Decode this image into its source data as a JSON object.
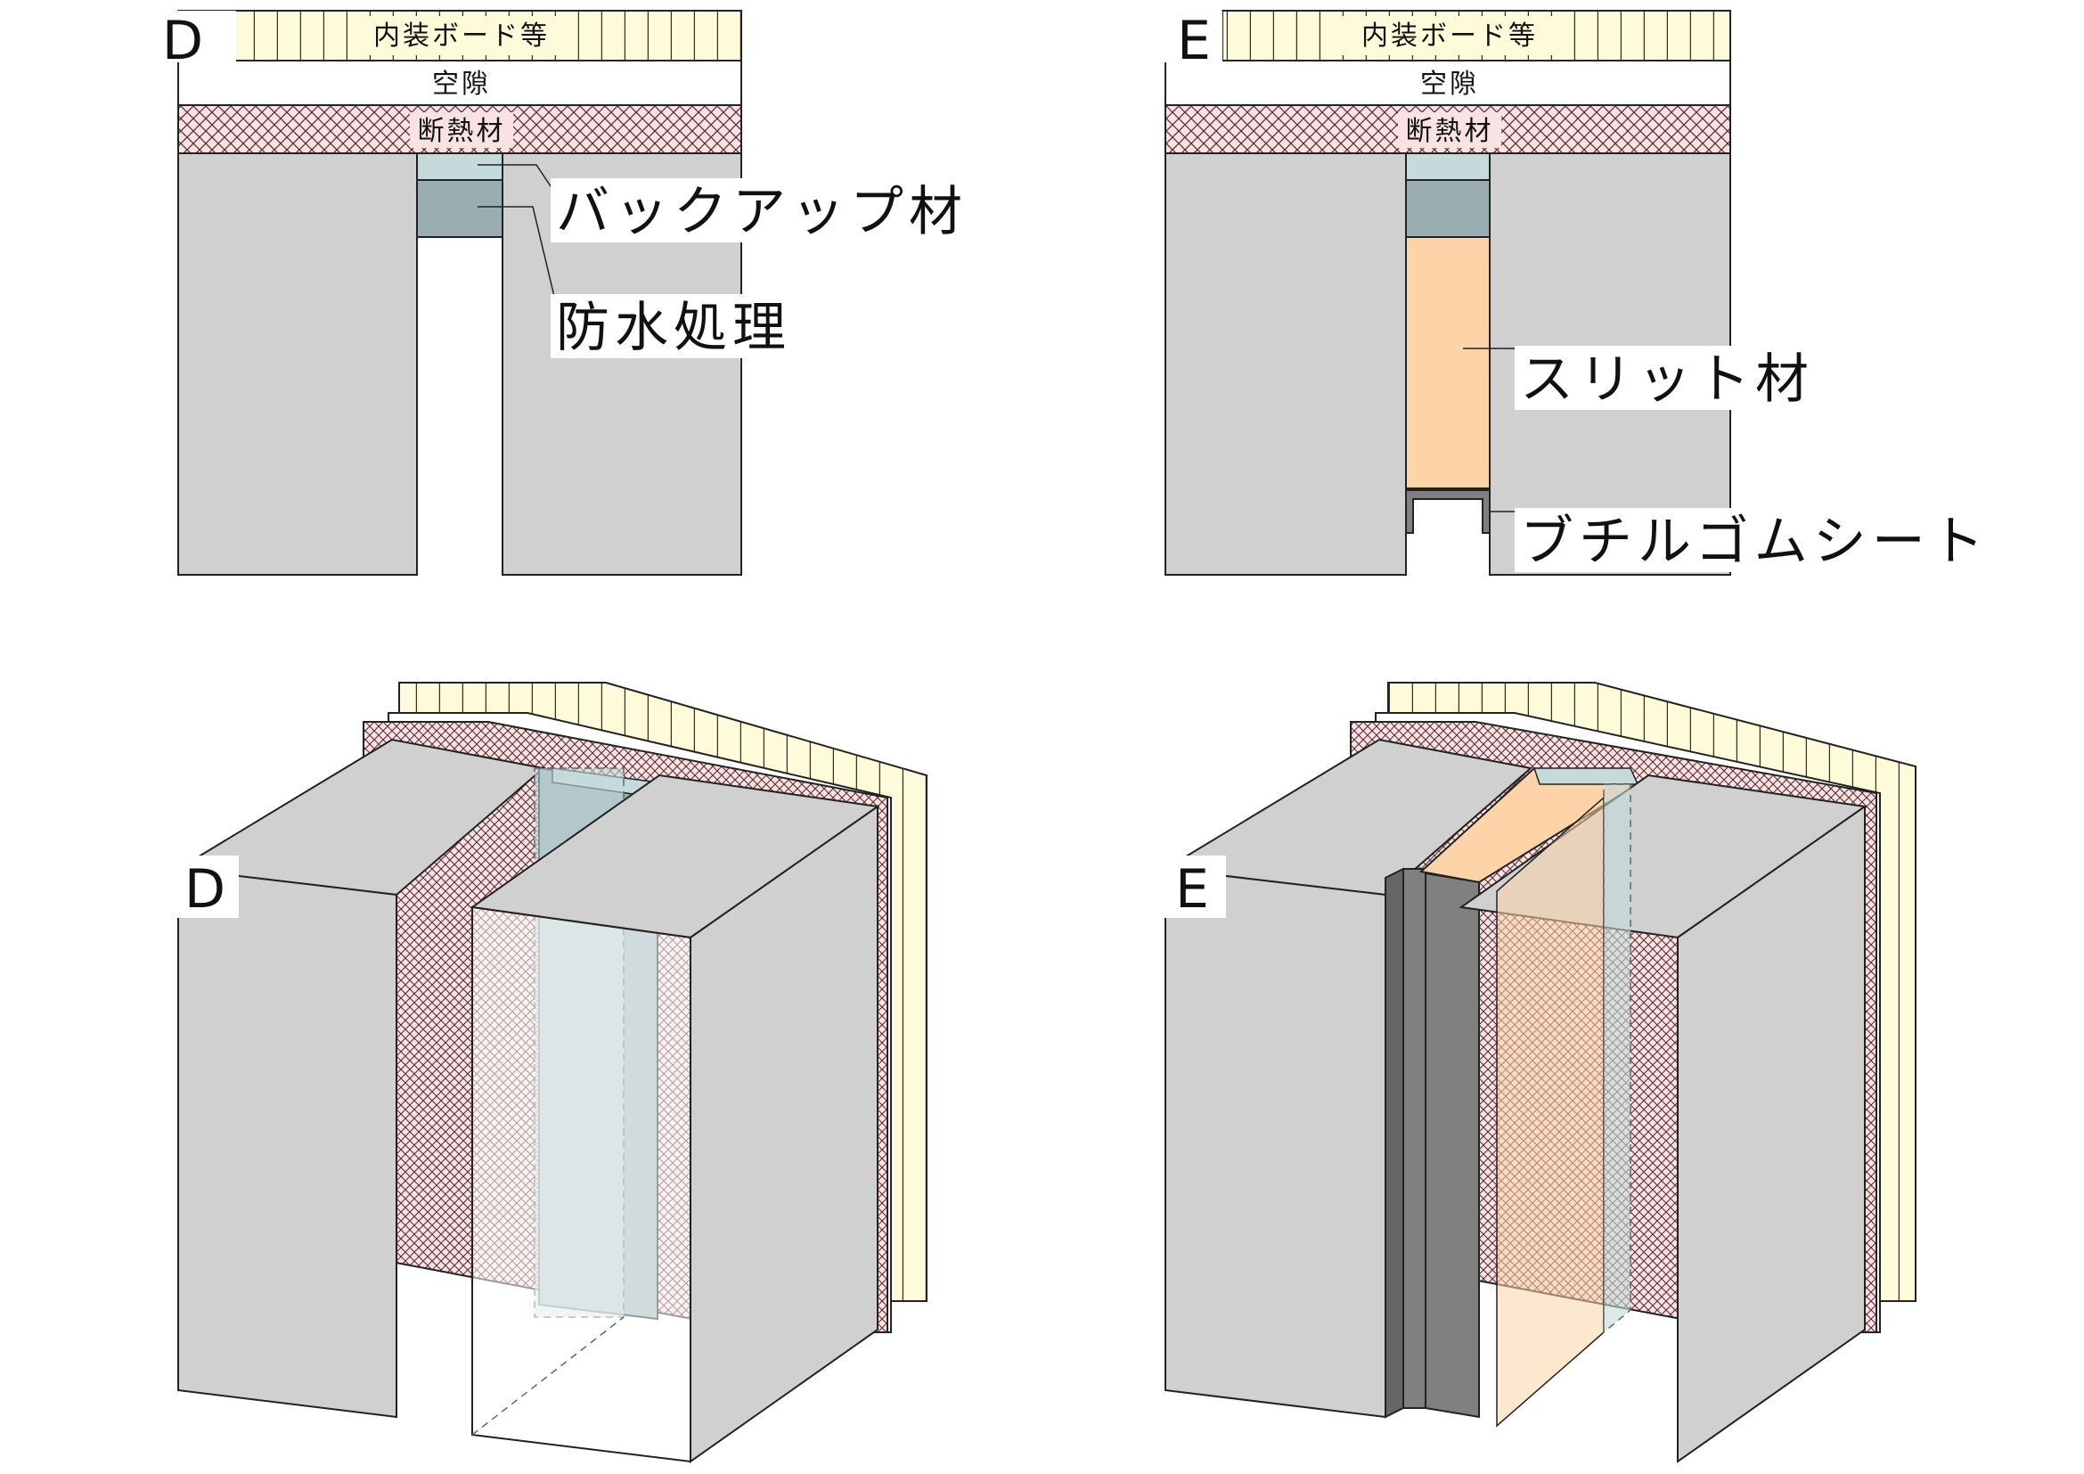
{
  "sections": {
    "d": {
      "letter": "D",
      "interior_board": "内装ボード等",
      "air_gap": "空隙",
      "insulation": "断熱材",
      "callout_backup": "バックアップ材",
      "callout_waterproof": "防水処理"
    },
    "e": {
      "letter": "E",
      "interior_board": "内装ボード等",
      "air_gap": "空隙",
      "insulation": "断熱材",
      "callout_slit": "スリット材",
      "callout_butyl": "ブチルゴムシート"
    }
  },
  "isometric": {
    "d": {
      "letter": "D"
    },
    "e": {
      "letter": "E"
    }
  },
  "colors": {
    "concrete": "#d0d0d0",
    "board": "#fdfbd9",
    "insulation": "#f8e2e2",
    "backup": "#c5dadb",
    "waterproof": "#9aadb2",
    "slit": "#fdd3a8",
    "butyl": "#808080",
    "line": "#222222"
  }
}
